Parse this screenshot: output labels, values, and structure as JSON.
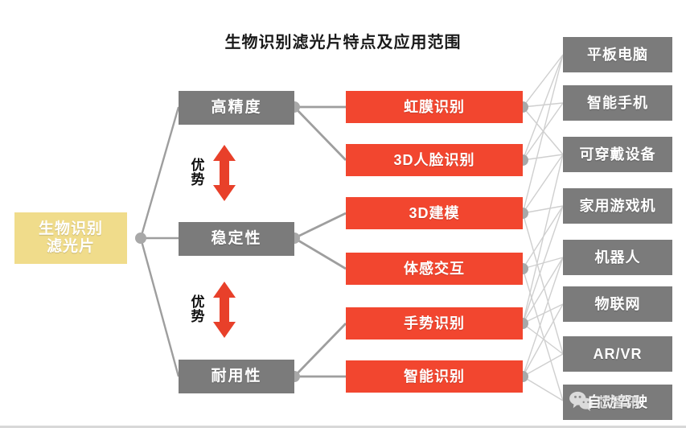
{
  "title": "生物识别滤光片特点及应用范围",
  "colors": {
    "root_fill": "#f0dc8b",
    "feature_fill": "#7b7b7b",
    "tech_fill": "#f2462f",
    "app_fill": "#7b7b7b",
    "connector": "#9e9e9e",
    "connector_light": "#d6d6d6",
    "arrow": "#e8402a",
    "text_light": "#ffffff",
    "title_text": "#1a1a1a"
  },
  "root": {
    "line1": "生物识别",
    "line2": "滤光片"
  },
  "features": [
    {
      "label": "高精度"
    },
    {
      "label": "稳定性"
    },
    {
      "label": "耐用性"
    }
  ],
  "advantages": [
    {
      "line1": "优",
      "line2": "势"
    },
    {
      "line1": "优",
      "line2": "势"
    }
  ],
  "technologies": [
    {
      "label": "虹膜识别"
    },
    {
      "label": "3D人脸识别"
    },
    {
      "label": "3D建模"
    },
    {
      "label": "体感交互"
    },
    {
      "label": "手势识别"
    },
    {
      "label": "智能识别"
    }
  ],
  "applications": [
    {
      "label": "平板电脑"
    },
    {
      "label": "智能手机"
    },
    {
      "label": "可穿戴设备"
    },
    {
      "label": "家用游戏机"
    },
    {
      "label": "机器人"
    },
    {
      "label": "物联网"
    },
    {
      "label": "AR/VR"
    },
    {
      "label": "自动驾驶"
    }
  ],
  "watermark": {
    "text": "芯智讯",
    "icon": "wechat-icon"
  }
}
